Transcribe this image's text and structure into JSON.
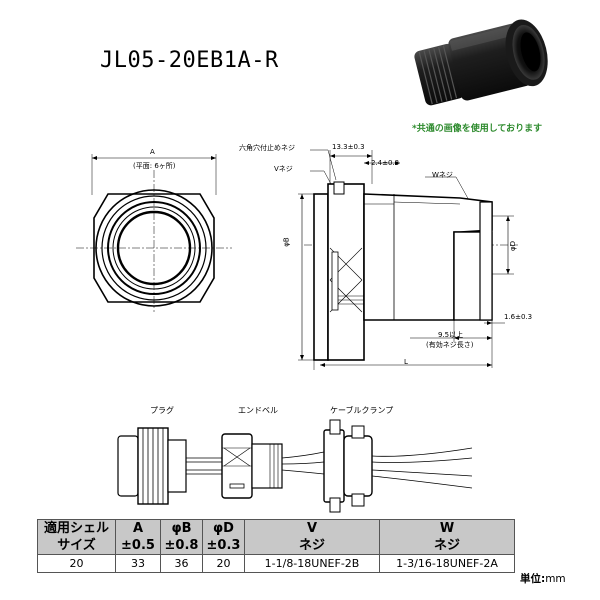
{
  "title": "JL05-20EB1A-R",
  "photo_note": "*共通の画像を使用しております",
  "drawing": {
    "dim_a": "A",
    "dim_a_note": "(平面: 6ヶ所)",
    "hex_socket_screw": "六角穴付止めネジ",
    "v_screw": "Vネジ",
    "w_screw": "Wネジ",
    "dim_13_3": "13.3±0.3",
    "dim_2_4": "2.4±0.3",
    "dim_phi_b": "φB",
    "dim_phi_d": "φD",
    "dim_1_6": "1.6±0.3",
    "dim_9_5": "9.5以上",
    "dim_9_5_note": "(有効ネジ長さ)",
    "dim_l": "L"
  },
  "assembly": {
    "plug": "プラグ",
    "end_bell": "エンドベル",
    "cable_clamp": "ケーブルクランプ"
  },
  "table": {
    "headers": [
      {
        "l1": "適用シェル",
        "l2": "サイズ"
      },
      {
        "l1": "A",
        "l2": "±0.5"
      },
      {
        "l1": "φB",
        "l2": "±0.8"
      },
      {
        "l1": "φD",
        "l2": "±0.3"
      },
      {
        "l1": "V",
        "l2": "ネジ"
      },
      {
        "l1": "W",
        "l2": "ネジ"
      }
    ],
    "rows": [
      [
        "20",
        "33",
        "36",
        "20",
        "1-1/8-18UNEF-2B",
        "1-3/16-18UNEF-2A"
      ]
    ]
  },
  "unit": {
    "label": "単位:",
    "value": "mm"
  }
}
